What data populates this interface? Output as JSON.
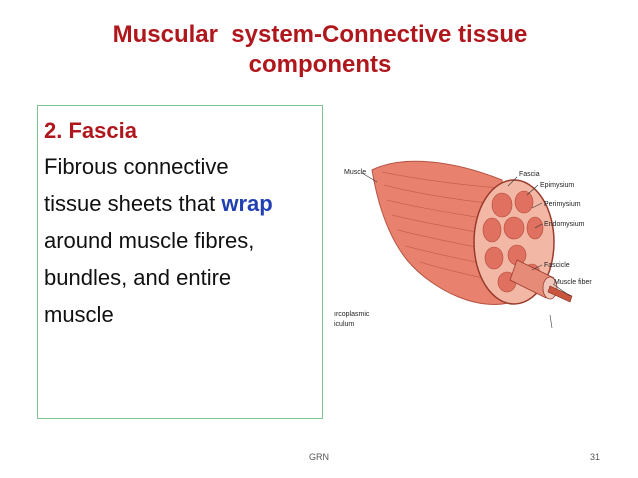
{
  "slide": {
    "title_line1": "Muscular  system-Connective tissue",
    "title_line2": "components",
    "heading": "2. Fascia",
    "body": {
      "line1": "Fibrous connective",
      "line2_before": "tissue sheets that ",
      "line2_highlight": "wrap",
      "line3": "around muscle fibres,",
      "line4": "bundles, and entire",
      "line5": "muscle"
    },
    "footer_center": "GRN",
    "page_number": "31"
  },
  "figure": {
    "labels": {
      "muscle": "Muscle",
      "fascia": "Fascia",
      "epimysium": "Epimysium",
      "perimysium": "Perimysium",
      "endomysium": "Endomysium",
      "fascicle": "Fascicle",
      "muscle_fiber": "Muscle fiber",
      "sarcoplasmic1": "ırcoplasmic",
      "sarcoplasmic2": "iculum"
    }
  },
  "colors": {
    "title_red": "#b0171d",
    "highlight_blue": "#1f3fb3",
    "box_border": "#7fc68f",
    "muscle_pink": "#e8826e"
  }
}
